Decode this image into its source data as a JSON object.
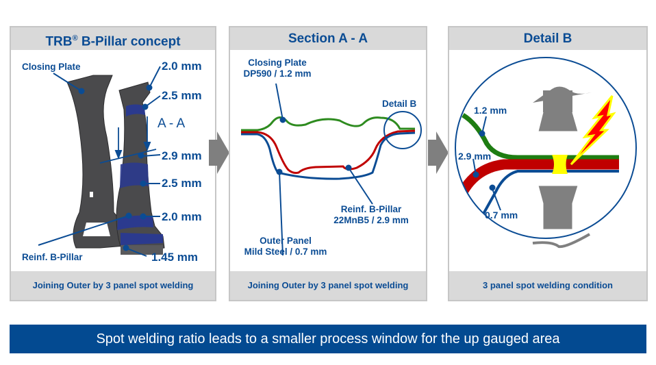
{
  "colors": {
    "accent_blue": "#0b4c94",
    "banner_blue": "#034a91",
    "closing_plate_green": "#2e8b1f",
    "reinf_red": "#c00000",
    "outer_blue": "#0b4c94",
    "panel_grey": "#d9d9d9",
    "weld_yellow": "#ffff00",
    "spark_red": "#ff0000"
  },
  "panels": [
    {
      "title": "TRB",
      "title_sup": "®",
      "title_rest": " B-Pillar concept",
      "footer": "Joining Outer by 3 panel spot welding",
      "labels": {
        "closing_plate": "Closing Plate",
        "reinf": "Reinf. B-Pillar",
        "section": "A - A"
      },
      "thicknesses": [
        "2.0 mm",
        "2.5 mm",
        "2.9 mm",
        "2.5 mm",
        "2.0 mm",
        "1.45 mm"
      ]
    },
    {
      "title": "Section A - A",
      "footer": "Joining Outer by 3 panel spot welding",
      "labels": {
        "closing_plate_l1": "Closing Plate",
        "closing_plate_l2": "DP590 / 1.2 mm",
        "detail": "Detail B",
        "reinf_l1": "Reinf. B-Pillar",
        "reinf_l2": "22MnB5 / 2.9 mm",
        "outer_l1": "Outer Panel",
        "outer_l2": "Mild Steel / 0.7 mm"
      }
    },
    {
      "title": "Detail B",
      "footer": "3 panel spot welding condition",
      "labels": {
        "green": "1.2 mm",
        "red": "2.9 mm",
        "blue": "0.7 mm"
      }
    }
  ],
  "flow_arrows": [
    "arrow-right",
    "arrow-right"
  ],
  "banner": "Spot welding ratio leads to a smaller process window for the up gauged area"
}
